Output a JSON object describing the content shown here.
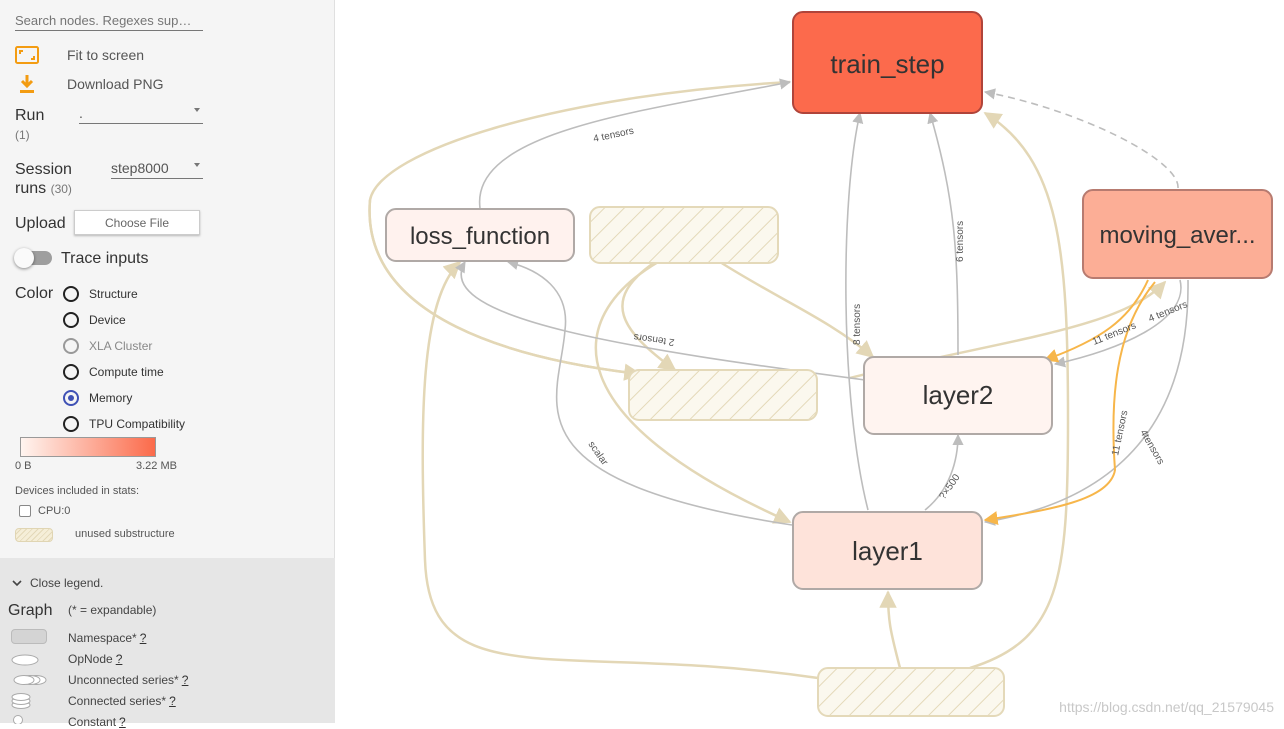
{
  "sidebar": {
    "search_placeholder": "Search nodes. Regexes sup…",
    "fit_to_screen": "Fit to screen",
    "download_png": "Download PNG",
    "run_label": "Run",
    "run_count": "(1)",
    "run_value": ".",
    "session_label_1": "Session",
    "session_label_2": "runs",
    "session_count": "(30)",
    "session_value": "step8000",
    "upload_label": "Upload",
    "choose_file": "Choose File",
    "trace_inputs": "Trace inputs",
    "color_label": "Color",
    "color_options": [
      "Structure",
      "Device",
      "XLA Cluster",
      "Compute time",
      "Memory",
      "TPU Compatibility"
    ],
    "color_selected": "Memory",
    "memory_min": "0 B",
    "memory_max": "3.22 MB",
    "devices_label": "Devices included in stats:",
    "device_cpu": "CPU:0",
    "unused_substructure": "unused substructure"
  },
  "legend": {
    "close_legend": "Close legend.",
    "graph_label": "Graph",
    "expandable_note": "(* = expandable)",
    "items": [
      {
        "label": "Namespace*",
        "help": "?"
      },
      {
        "label": "OpNode",
        "help": "?"
      },
      {
        "label": "Unconnected series*",
        "help": "?"
      },
      {
        "label": "Connected series*",
        "help": "?"
      },
      {
        "label": "Constant",
        "help": "?"
      }
    ]
  },
  "graph": {
    "nodes": {
      "train_step": "train_step",
      "loss_function": "loss_function",
      "moving_average": "moving_aver...",
      "layer2": "layer2",
      "layer1": "layer1"
    },
    "edge_labels": {
      "four_tensors_top": "4 tensors",
      "two_tensors": "2 tensors",
      "six_tensors": "6 tensors",
      "eight_tensors": "8 tensors",
      "eleven_tensors_a": "11 tensors",
      "four_tensors_b": "4 tensors",
      "eleven_tensors_c": "11 tensors",
      "four_tensors_d": "4tensors",
      "scalar": "scalar",
      "shape": "?×500"
    },
    "colors": {
      "train_step": "#fc6a4c",
      "moving_average": "#fcae96",
      "loss_function": "#fff2ee",
      "layer2": "#fff4f0",
      "layer1": "#fee3da",
      "control_edge": "#bcbcbc",
      "unused_edge": "#e3d7b6",
      "ref_edge": "#f7b64a"
    }
  },
  "watermark": "https://blog.csdn.net/qq_21579045"
}
